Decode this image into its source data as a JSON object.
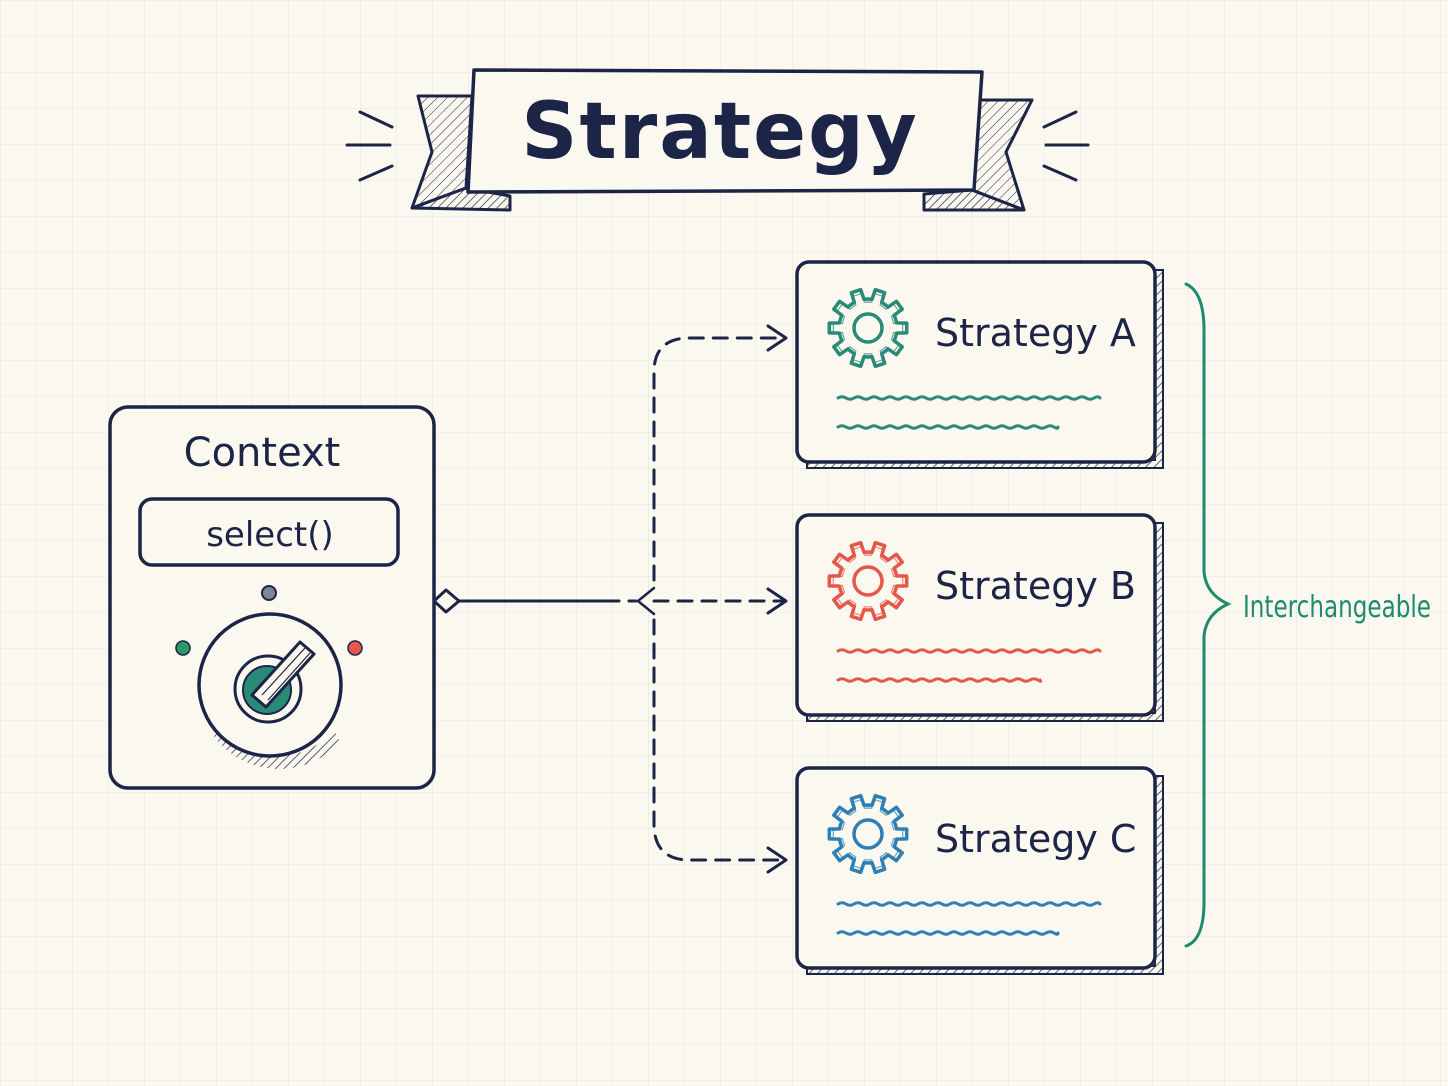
{
  "title": "Strategy",
  "context": {
    "label": "Context",
    "method": "select()"
  },
  "strategies": [
    {
      "label": "Strategy A",
      "color": "#2a8a78"
    },
    {
      "label": "Strategy B",
      "color": "#e4584a"
    },
    {
      "label": "Strategy C",
      "color": "#2f7fb5"
    }
  ],
  "brace_label": "Interchangeable",
  "colors": {
    "ink": "#1c2447",
    "background": "#fbf8ef",
    "knob_accent": "#2a8a78",
    "knob_dot_left": "#2a9a68",
    "knob_dot_right": "#e4584a",
    "knob_dot_top": "#7d8696",
    "brace": "#1f8a6d"
  },
  "icons": {
    "strategy_icon": "gear-icon",
    "selector_icon": "rotary-knob-icon",
    "title_decoration": "ribbon-banner"
  }
}
